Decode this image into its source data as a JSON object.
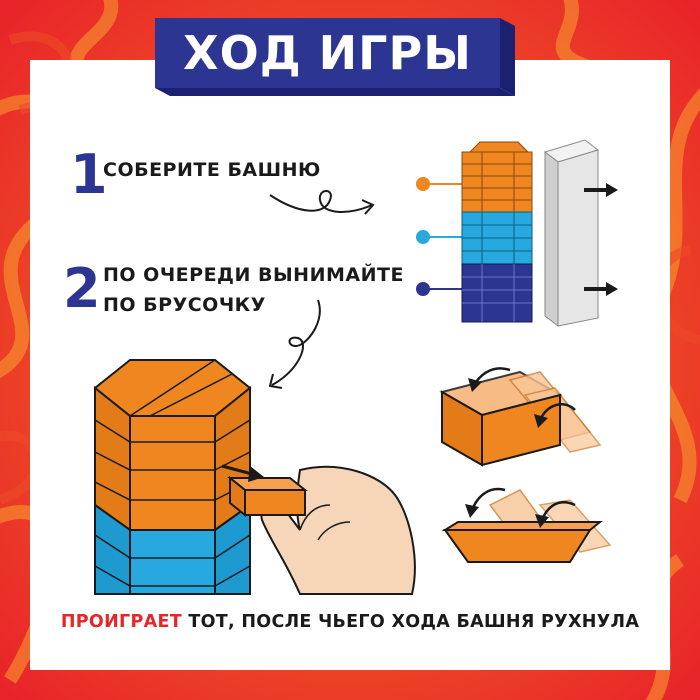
{
  "title": "ХОД ИГРЫ",
  "steps": [
    {
      "number": "1",
      "text_line1": "СОБЕРИТЕ БАШНЮ",
      "text_line2": ""
    },
    {
      "number": "2",
      "text_line1": "ПО ОЧЕРЕДИ ВЫНИМАЙТЕ",
      "text_line2": "ПО БРУСОЧКУ"
    }
  ],
  "footer": {
    "highlight": "ПРОИГРАЕТ",
    "rest": "ТОТ, ПОСЛЕ ЧЬЕГО ХОДА БАШНЯ РУХНУЛА"
  },
  "colors": {
    "background_red": "#e8232a",
    "background_orange": "#f47b20",
    "banner_blue": "#2c3592",
    "block_orange": "#f0861f",
    "block_cyan": "#27a9e0",
    "block_navy": "#2c3592",
    "accent_red": "#e5272a"
  },
  "icons": [
    "arrow-icon",
    "hand-icon",
    "tower-icon",
    "rotate-arrow-icon"
  ]
}
